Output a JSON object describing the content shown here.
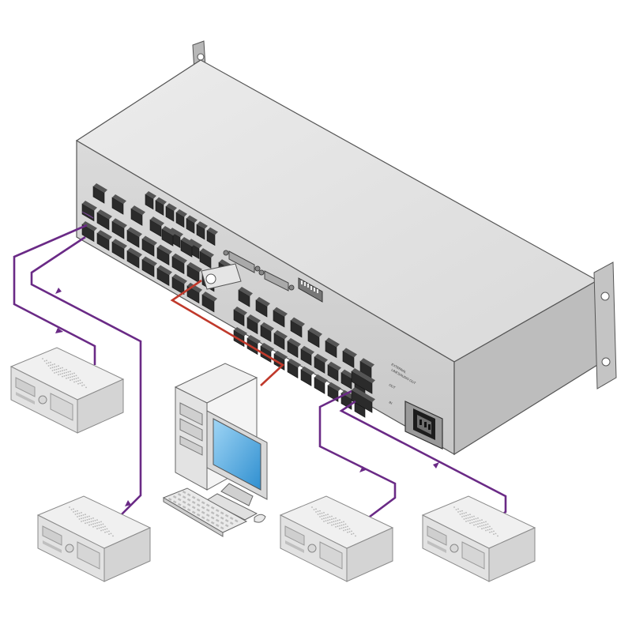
{
  "matrix": {
    "panel_labels": {
      "ext_out": "EXTERNAL",
      "ext_out_2": "LINES/AUDIO OUT",
      "out": "OUT",
      "in": "IN"
    }
  },
  "colors": {
    "audio_cable": "#6a2a86",
    "rs232_cable": "#c0392b",
    "device_fill": "#e6e6e6",
    "device_stroke": "#8a8a8a",
    "chassis_top": "#e2e2e2",
    "chassis_front": "#cfcfcf"
  },
  "devices": [
    {
      "name": "audio-device-top-left",
      "kind": "audio-player"
    },
    {
      "name": "audio-device-bottom-left",
      "kind": "audio-player"
    },
    {
      "name": "audio-device-bottom-center",
      "kind": "audio-player"
    },
    {
      "name": "audio-device-bottom-right",
      "kind": "audio-player"
    },
    {
      "name": "pc-computer",
      "kind": "computer"
    }
  ]
}
